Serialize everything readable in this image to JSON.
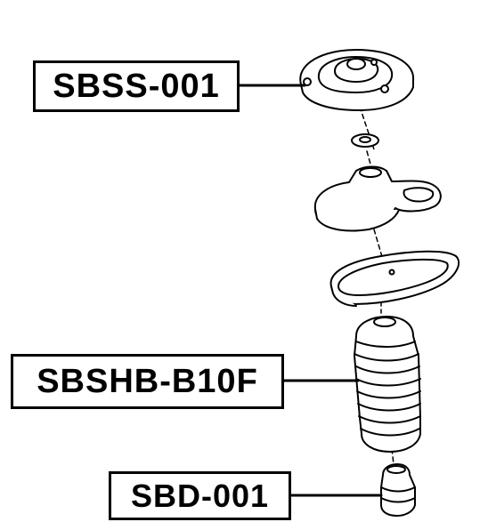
{
  "parts": [
    {
      "part_number": "SBSS-001"
    },
    {
      "part_number": "SBSHB-B10F"
    },
    {
      "part_number": "SBD-001"
    }
  ]
}
